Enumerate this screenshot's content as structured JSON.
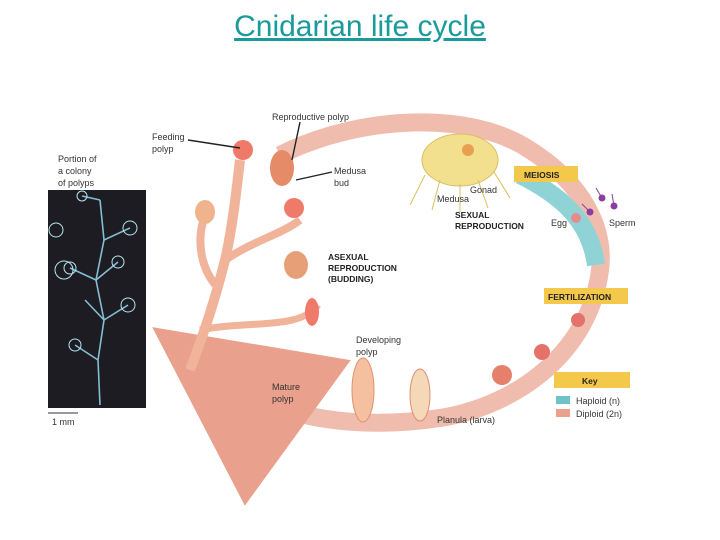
{
  "title": "Cnidarian life cycle",
  "photo": {
    "label_line1": "Portion of",
    "label_line2": "a colony",
    "label_line3": "of polyps",
    "scale": "1 mm"
  },
  "labels": {
    "feeding_polyp_1": "Feeding",
    "feeding_polyp_2": "polyp",
    "reproductive_polyp": "Reproductive polyp",
    "medusa_bud_1": "Medusa",
    "medusa_bud_2": "bud",
    "gonad": "Gonad",
    "medusa": "Medusa",
    "meiosis": "MEIOSIS",
    "sexual_1": "SEXUAL",
    "sexual_2": "REPRODUCTION",
    "egg": "Egg",
    "sperm": "Sperm",
    "asexual_1": "ASEXUAL",
    "asexual_2": "REPRODUCTION",
    "asexual_3": "(BUDDING)",
    "fertilization": "FERTILIZATION",
    "developing_1": "Developing",
    "developing_2": "polyp",
    "mature_1": "Mature",
    "mature_2": "polyp",
    "planula": "Planula (larva)"
  },
  "key": {
    "title": "Key",
    "haploid": "Haploid (n)",
    "diploid": "Diploid (2n)"
  },
  "colors": {
    "title": "#1a9a9a",
    "haploid": "#6fc3c8",
    "diploid": "#e9a08c",
    "banner": "#f4c84a"
  }
}
